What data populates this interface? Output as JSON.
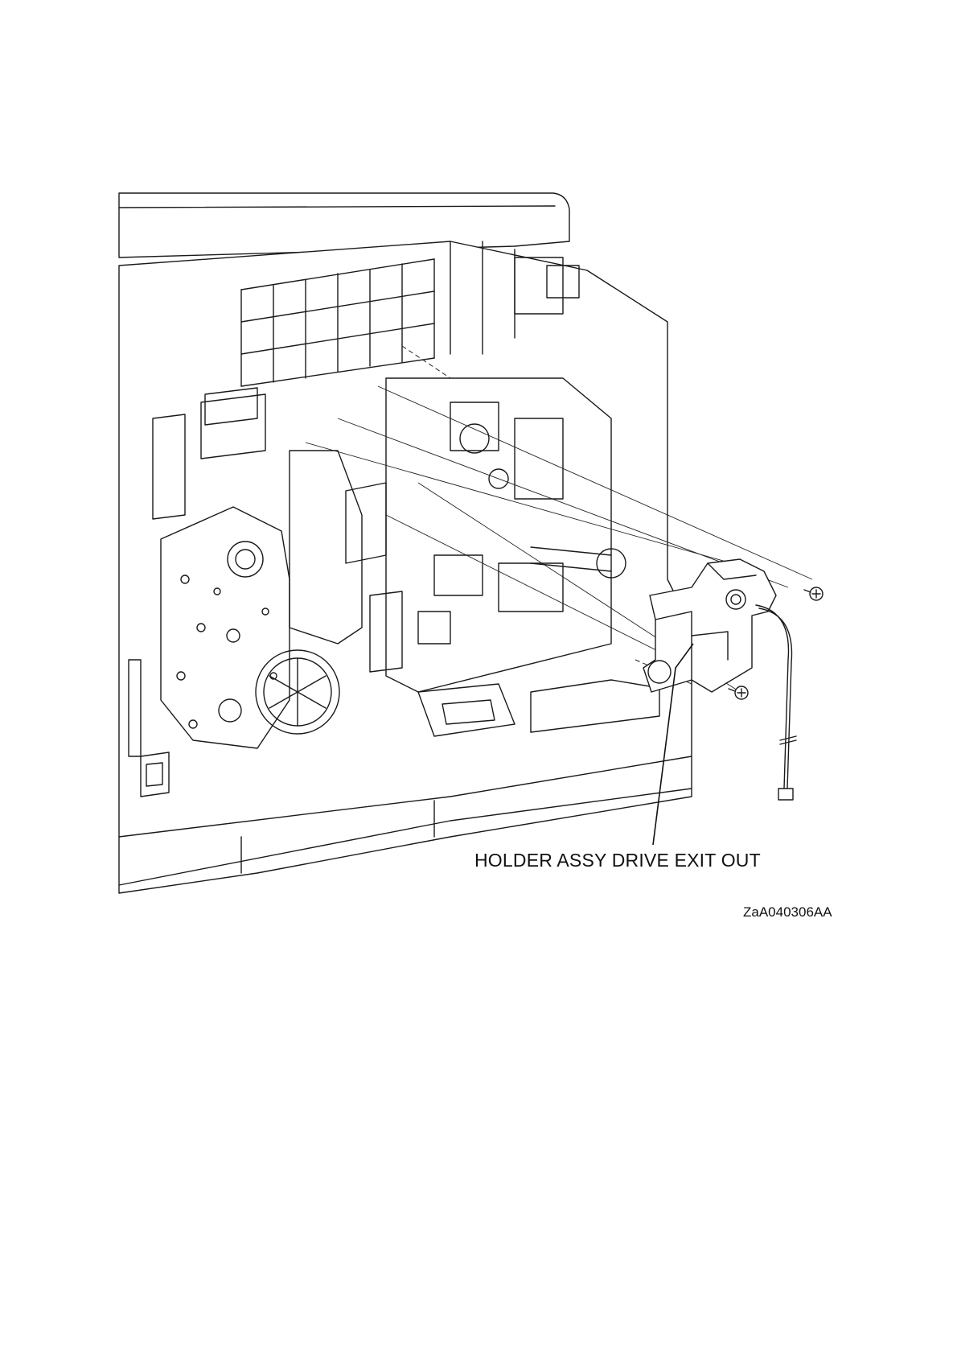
{
  "figure": {
    "callout_label": "HOLDER ASSY DRIVE EXIT OUT",
    "figure_id": "ZaA040306AA"
  },
  "icons": {
    "printer": "printer-chassis-illustration",
    "part": "holder-assy-drive-exit-out-part",
    "screw": "screw-icon",
    "harness": "wire-harness-connector"
  }
}
